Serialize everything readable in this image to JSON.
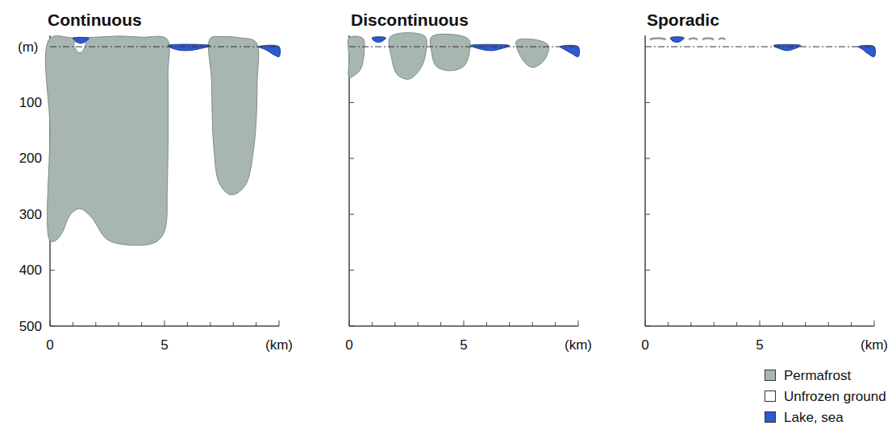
{
  "diagram": {
    "labels": [
      "Continuous",
      "(m)",
      "100",
      "200",
      "300",
      "400",
      "500",
      "0",
      "5",
      "(km)",
      "Discontinuous",
      "0",
      "5",
      "(km)",
      "Sporadic",
      "0",
      "5",
      "(km)"
    ],
    "legend": [
      {
        "text": "Permafrost",
        "color": "#a8b6b2"
      },
      {
        "text": "Unfrozen ground",
        "color": "#ffffff"
      },
      {
        "text": "Lake, sea",
        "color": "#2c5ad0"
      }
    ]
  }
}
